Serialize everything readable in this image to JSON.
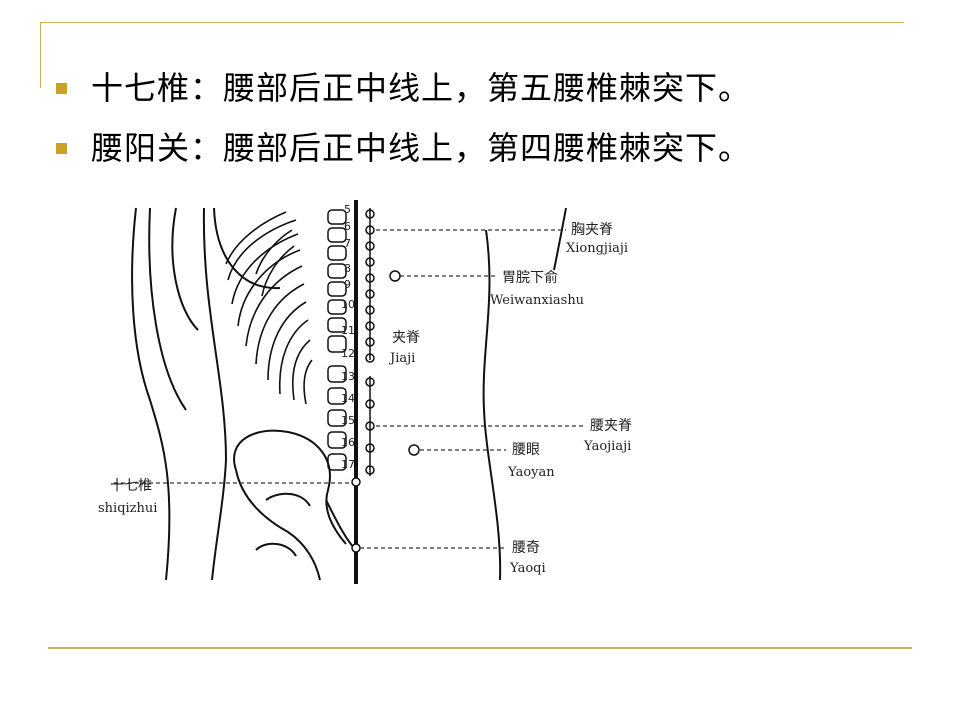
{
  "slide": {
    "bullets": [
      "十七椎：腰部后正中线上，第五腰椎棘突下。",
      "腰阳关：腰部后正中线上，第四腰椎棘突下。"
    ]
  },
  "figure": {
    "vertebra_numbers": [
      "5",
      "6",
      "7",
      "8",
      "9",
      "10",
      "11",
      "12",
      "13",
      "14",
      "15",
      "16",
      "17"
    ],
    "labels": {
      "xiongjiaji_cn": "胸夹脊",
      "xiongjiaji_py": "Xiongjiaji",
      "weiwanxiashu_cn": "胃脘下俞",
      "weiwanxiashu_py": "Weiwanxiashu",
      "jiaji_cn": "夹脊",
      "jiaji_py": "Jiaji",
      "yaojiaji_cn": "腰夹脊",
      "yaojiaji_py": "Yaojiaji",
      "yaoyan_cn": "腰眼",
      "yaoyan_py": "Yaoyan",
      "shiqizhui_cn": "十七椎",
      "shiqizhui_py": "shiqizhui",
      "yaoqi_cn": "腰奇",
      "yaoqi_py": "Yaoqi"
    }
  }
}
